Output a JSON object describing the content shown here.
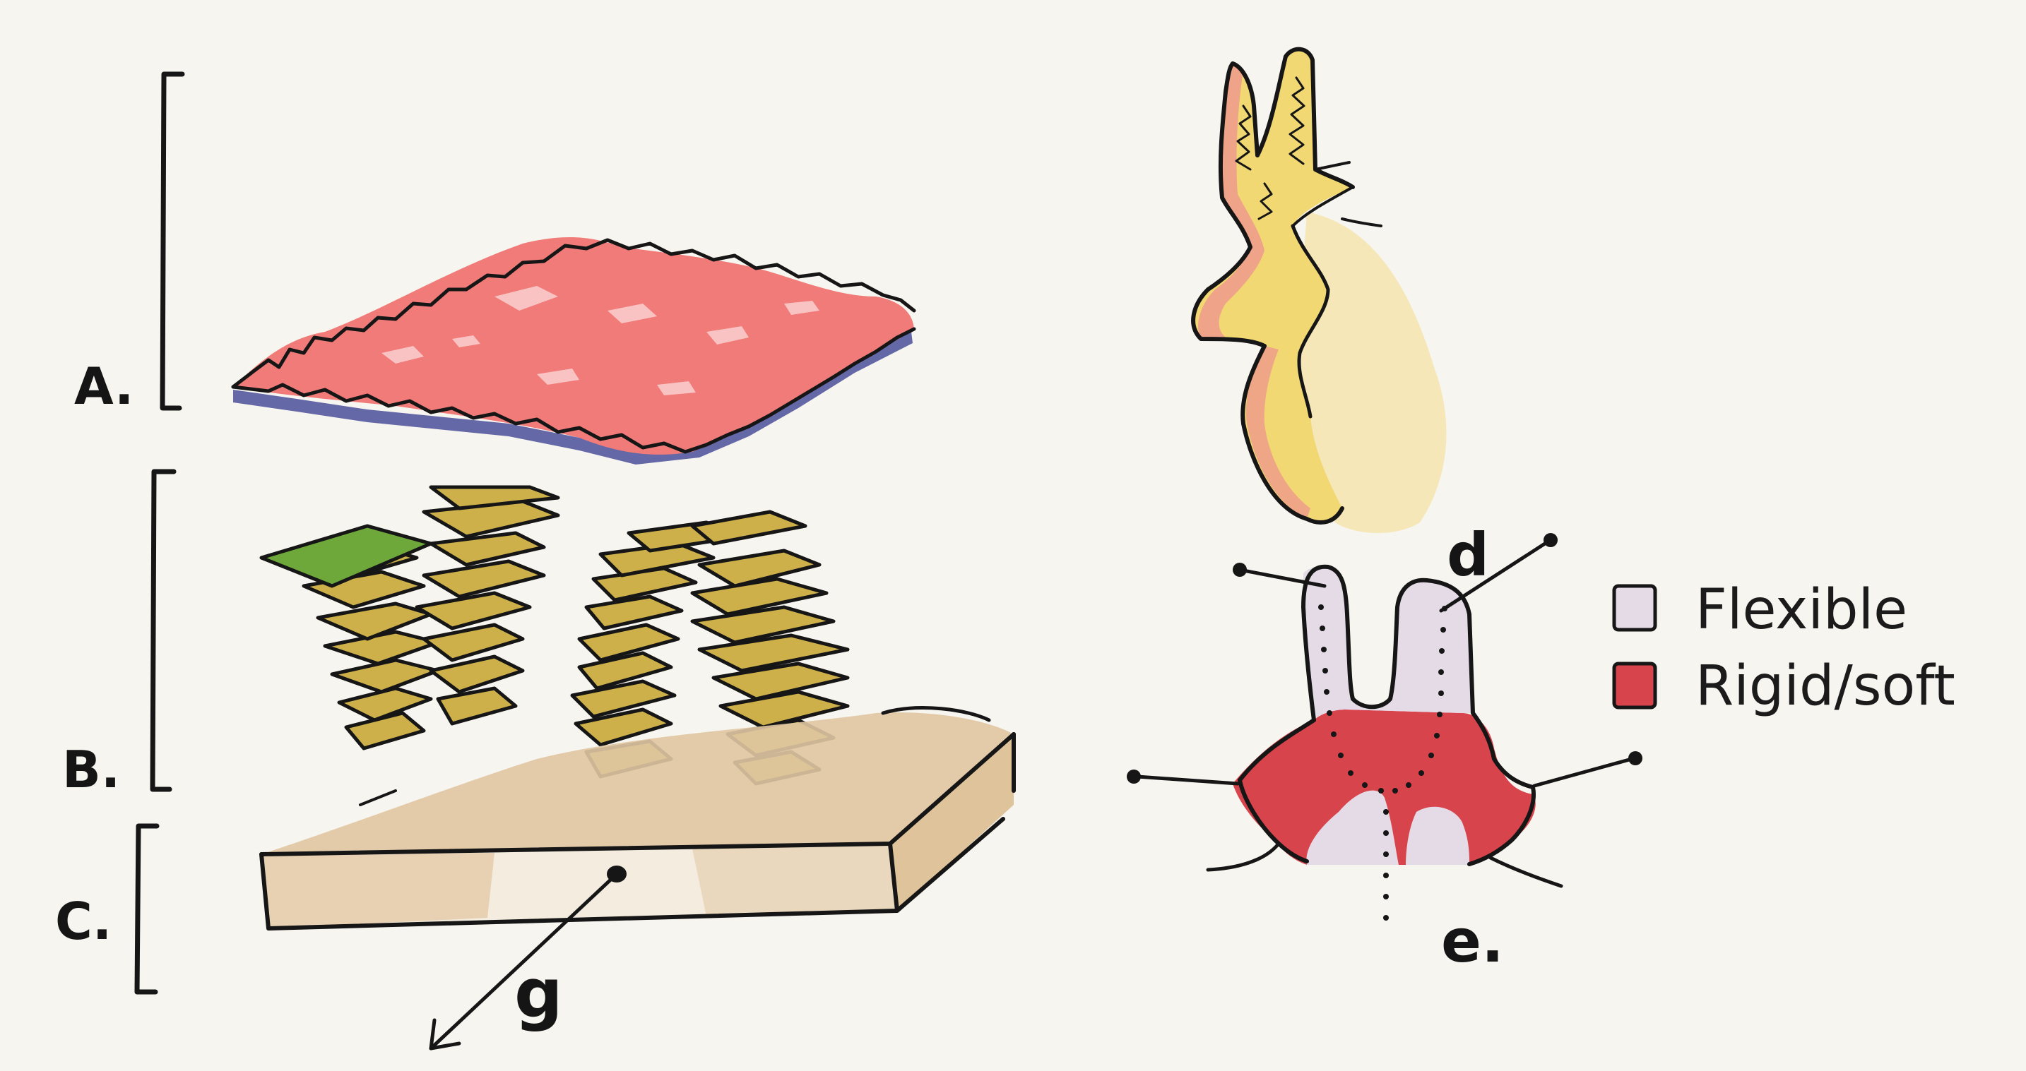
{
  "layers": {
    "a": {
      "label": "A."
    },
    "b": {
      "label": "B."
    },
    "c": {
      "label": "C."
    }
  },
  "vector": {
    "label": "g"
  },
  "detail": {
    "d_label": "d",
    "e_label": "e."
  },
  "legend": {
    "items": [
      {
        "label": "Flexible",
        "color": "#e4dbe6"
      },
      {
        "label": "Rigid/soft",
        "color": "#d8444c"
      }
    ]
  },
  "colors": {
    "layer_a": "#f07b78",
    "layer_a_underside": "#4a4f9a",
    "layer_b": "#cdb04a",
    "layer_b_accent": "#6fa83a",
    "layer_c_top": "#e0c7a2",
    "layer_c_side": "#f3ecdf",
    "hand_yellow": "#f1d873",
    "hand_pink": "#ef9a8c"
  }
}
